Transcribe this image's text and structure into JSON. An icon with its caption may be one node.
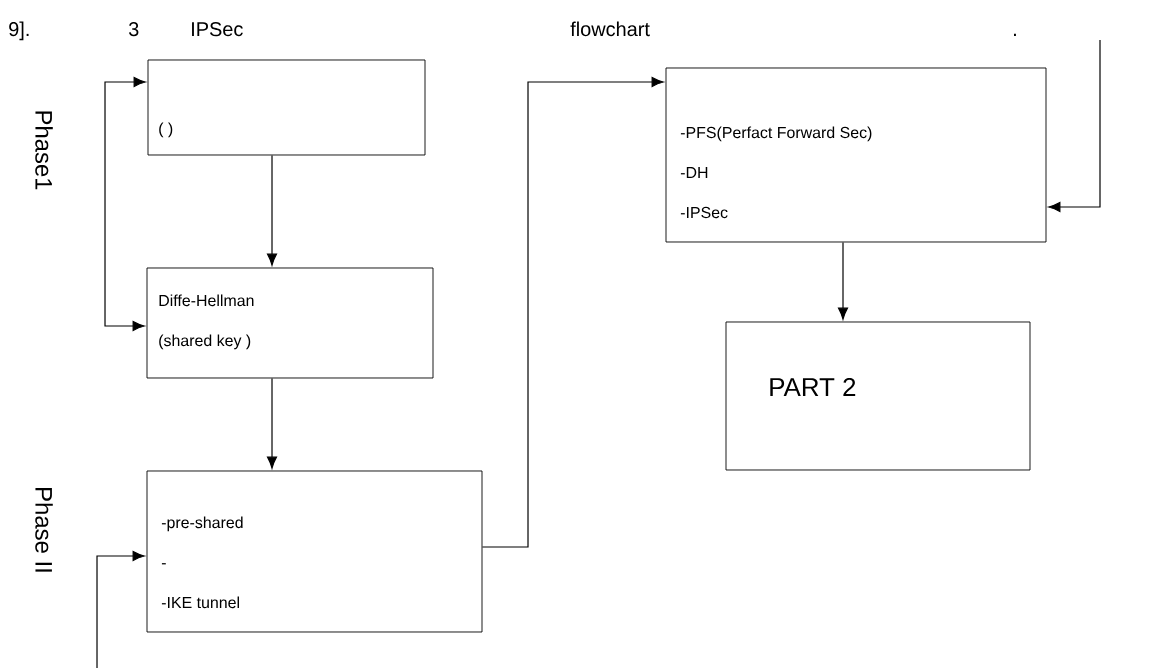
{
  "diagram": {
    "nodes": [
      {
        "text": [
          "( )"
        ]
      },
      {
        "text": [
          "Diffe-Hellman",
          "(shared key )"
        ]
      },
      {
        "text": [
          "-pre-shared",
          "-",
          "-IKE tunnel"
        ]
      },
      {
        "text": [
          "-PFS(Perfact Forward Sec)",
          "-DH",
          "-IPSec"
        ]
      },
      {
        "text": [
          "PART 2"
        ]
      }
    ],
    "edges": [
      {
        "from": 0,
        "to": 1,
        "arrow": "to"
      },
      {
        "from": 0,
        "to": 1,
        "arrow": "both"
      },
      {
        "from": 1,
        "to": 2,
        "arrow": "to"
      },
      {
        "from": 2,
        "to": 3,
        "arrow": "to"
      },
      {
        "from": 3,
        "to": 4,
        "arrow": "to"
      },
      {
        "from": null,
        "to": 3,
        "arrow": "to"
      },
      {
        "from": null,
        "to": 2,
        "arrow": "to"
      }
    ],
    "labels": [
      "9].",
      "3",
      "IPSec",
      "flowchart",
      ".",
      "Phase1",
      "Phase II"
    ]
  }
}
